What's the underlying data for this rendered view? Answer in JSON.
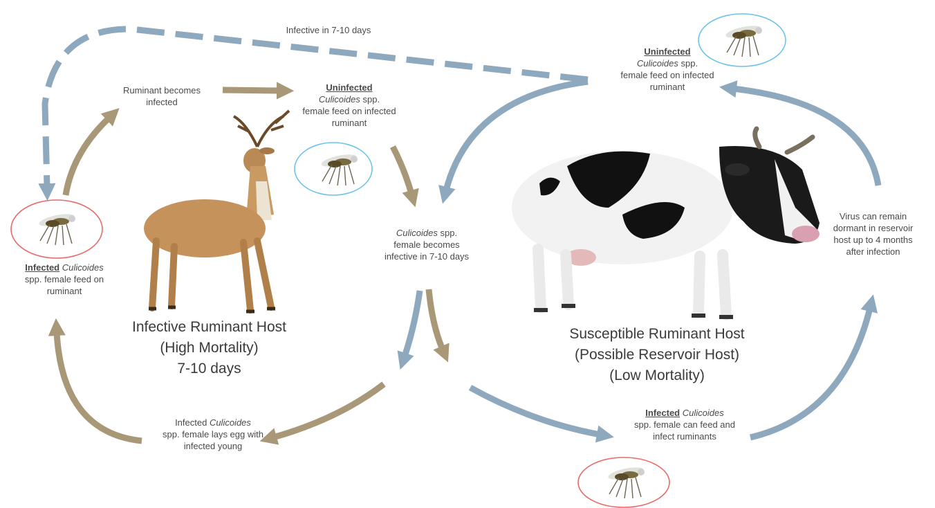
{
  "colors": {
    "tan_arrow": "#a89878",
    "blue_arrow": "#8ea8bd",
    "infected_ring": "#e86a6a",
    "uninfected_ring": "#6cc4e8",
    "text": "#4a4a4a"
  },
  "top_dashed_label": "Infective in 7-10 days",
  "labels": {
    "ruminant_becomes_infected": "Ruminant becomes infected",
    "uninfected_left": {
      "header": "Uninfected",
      "genus": "Culicoides",
      "rest_1": " spp.",
      "rest_2": "female feed on infected ruminant"
    },
    "uninfected_right": {
      "header": "Uninfected",
      "genus": "Culicoides",
      "rest_1": " spp.",
      "rest_2": "female feed on infected ruminant"
    },
    "center": {
      "genus": "Culicoides",
      "rest_1": " spp.",
      "rest_2": "female becomes infective in 7-10 days"
    },
    "infected_left": {
      "header": "Infected",
      "genus": " Culicoides",
      "rest": "spp. female feed on ruminant"
    },
    "infected_bottom": {
      "header": "Infected",
      "genus": " Culicoides",
      "rest": "spp. female can feed and infect ruminants"
    },
    "eggs": {
      "prefix": "Infected ",
      "genus": "Culicoides",
      "rest": "spp. female lays egg with infected young"
    },
    "dormant": "Virus can remain dormant in reservoir host up to 4 months after infection"
  },
  "hosts": {
    "infective": {
      "line1": "Infective Ruminant Host",
      "line2": "(High Mortality)",
      "line3": "7-10 days"
    },
    "susceptible": {
      "line1": "Susceptible Ruminant Host",
      "line2": "(Possible Reservoir Host)",
      "line3": "(Low Mortality)"
    }
  }
}
